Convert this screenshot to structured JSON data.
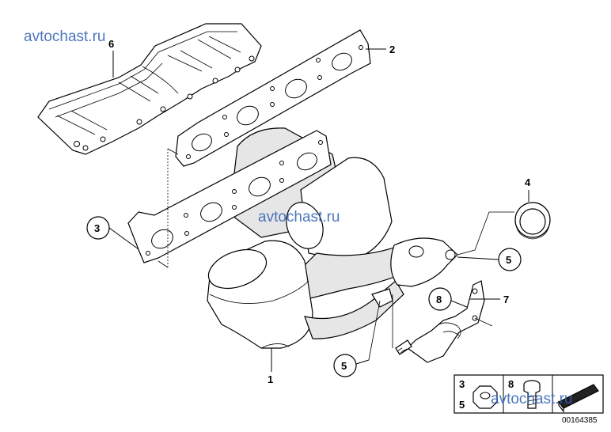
{
  "watermarks": [
    "avtochast.ru",
    "avtochast.ru",
    "avtochast.ru"
  ],
  "callouts": {
    "c1": "1",
    "c2": "2",
    "c3": "3",
    "c4": "4",
    "c5a": "5",
    "c5b": "5",
    "c6": "6",
    "c7": "7",
    "c8": "8"
  },
  "legend": {
    "nut_label_a": "3",
    "nut_label_b": "5",
    "bolt_label": "8"
  },
  "diagram_code": "00164385"
}
